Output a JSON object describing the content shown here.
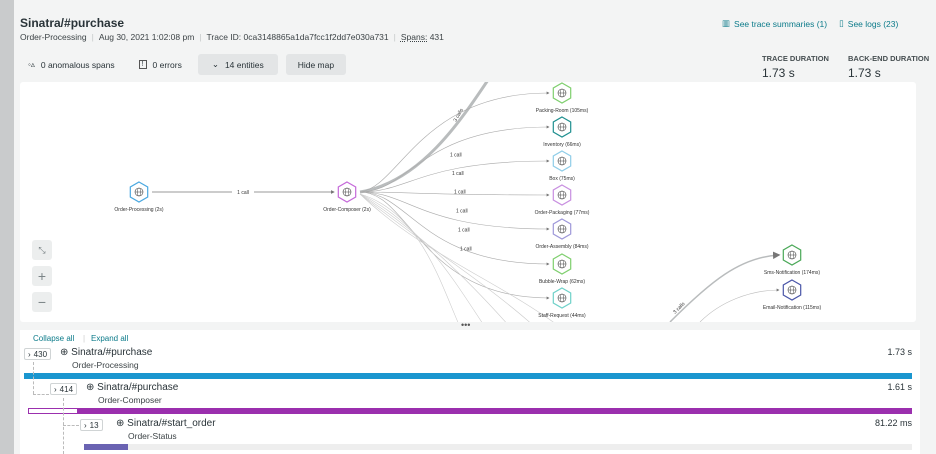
{
  "header": {
    "title": "Sinatra/#purchase",
    "entity": "Order-Processing",
    "timestamp": "Aug 30, 2021 1:02:08 pm",
    "trace_id": "Trace ID: 0ca3148865a1da7fcc1f2dd7e030a731",
    "spans_label": "Spans:",
    "spans": "431"
  },
  "toolbar": {
    "anomalous": "0 anomalous spans",
    "errors": "0 errors",
    "entities": "14 entities",
    "hide_map": "Hide map"
  },
  "links": {
    "summaries": "See trace summaries (1)",
    "logs": "See logs (23)"
  },
  "durations": {
    "trace_label": "TRACE DURATION",
    "trace_value": "1.73 s",
    "backend_label": "BACK-END DURATION",
    "backend_value": "1.73 s"
  },
  "map": {
    "nodes": [
      {
        "label": "Order-Processing (2s)",
        "color": "#4aa8e0"
      },
      {
        "label": "Order-Composer (2s)",
        "color": "#c56ad9"
      },
      {
        "label": "Packing-Room (105ms)",
        "color": "#7fcf6e"
      },
      {
        "label": "Inventory (66ms)",
        "color": "#1f8f8f"
      },
      {
        "label": "Box (75ms)",
        "color": "#8fcde8"
      },
      {
        "label": "Order-Packaging (77ms)",
        "color": "#c88fe0"
      },
      {
        "label": "Order-Assembly (84ms)",
        "color": "#9e98d9"
      },
      {
        "label": "Bubble-Wrap (62ms)",
        "color": "#7fcf6e"
      },
      {
        "label": "Staff-Request (44ms)",
        "color": "#6fd1c9"
      },
      {
        "label": "Sms-Notification (174ms)",
        "color": "#4aa858"
      },
      {
        "label": "Email-Notification (115ms)",
        "color": "#4a56a8"
      }
    ],
    "edge_main": "1 call",
    "edge_three": "3 calls",
    "edge_one": "1 call"
  },
  "tree": {
    "collapse": "Collapse all",
    "expand": "Expand all",
    "rows": [
      {
        "count": "430",
        "name": "Sinatra/#purchase",
        "entity": "Order-Processing",
        "duration": "1.73 s",
        "color": "#1a96cf"
      },
      {
        "count": "414",
        "name": "Sinatra/#purchase",
        "entity": "Order-Composer",
        "duration": "1.61 s",
        "color": "#9b2fae"
      },
      {
        "count": "13",
        "name": "Sinatra/#start_order",
        "entity": "Order-Status",
        "duration": "81.22 ms",
        "color": "#6a63b2"
      }
    ]
  }
}
